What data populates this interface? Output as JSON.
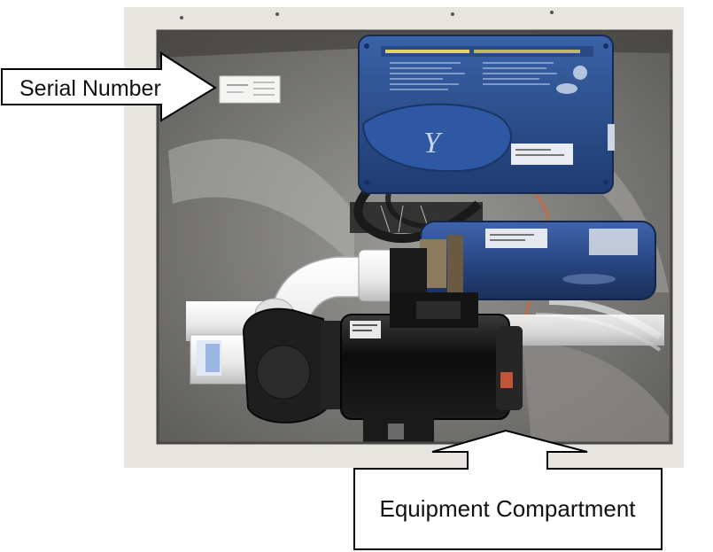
{
  "callouts": {
    "serial_number": "Serial Number",
    "equipment_compartment": "Equipment Compartment"
  },
  "components": {
    "control_box_logo": "Y"
  },
  "colors": {
    "cabinet_panel": "#e8e6e1",
    "compartment_interior": "#8f8f8c",
    "control_box": "#2d4f8f",
    "heater_tube": "#2c4a86",
    "pvc_pipe": "#f2f2f2",
    "pump_motor": "#151515",
    "callout_border": "#000000"
  }
}
